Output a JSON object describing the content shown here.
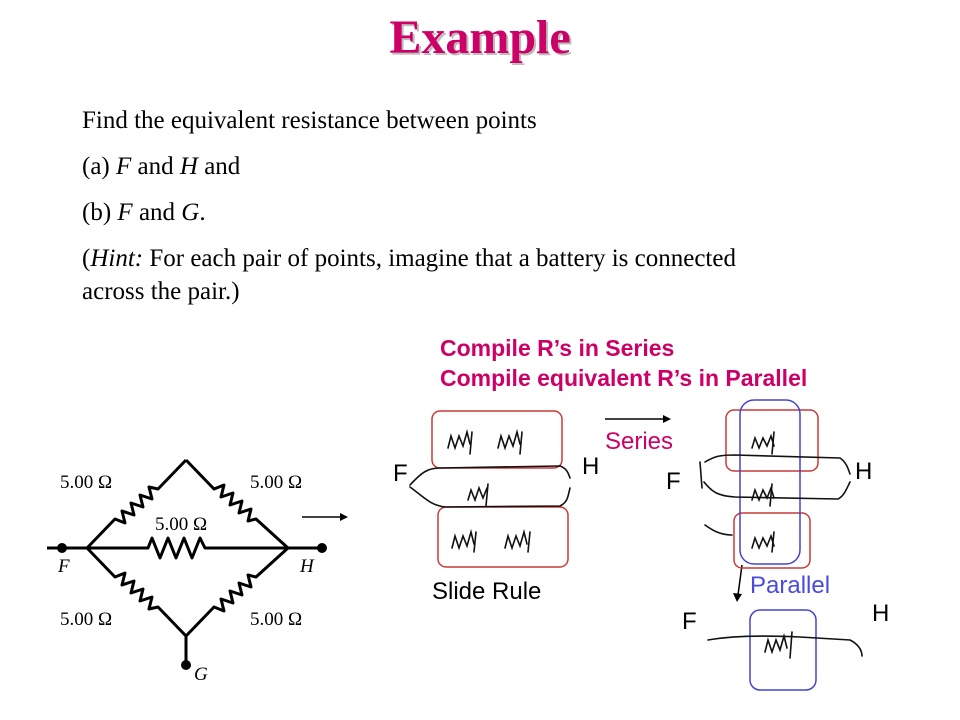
{
  "slide": {
    "title": "Example",
    "problem": {
      "intro": "Find the equivalent resistance between points",
      "part_a_prefix": "(a) ",
      "part_a_p1": "F",
      "part_a_and": " and ",
      "part_a_p2": "H",
      "part_a_suffix": " and",
      "part_b_prefix": "(b) ",
      "part_b_p1": "F",
      "part_b_and": " and ",
      "part_b_p2": "G",
      "part_b_suffix": ".",
      "hint_open": "(",
      "hint_label": "Hint:",
      "hint_text": " For each pair of points, imagine that a battery is connected across the pair.)"
    },
    "compile_line1": "Compile R’s in Series",
    "compile_line2": "Compile equivalent R’s in Parallel"
  },
  "circuit": {
    "r_top_left": "5.00 Ω",
    "r_top_right": "5.00 Ω",
    "r_middle": "5.00 Ω",
    "r_bottom_left": "5.00 Ω",
    "r_bottom_right": "5.00 Ω",
    "point_f": "F",
    "point_h": "H",
    "point_g": "G"
  },
  "sketch": {
    "slide_rule_label": "Slide Rule",
    "f1": "F",
    "h1": "H",
    "series_label": "Series",
    "f2": "F",
    "h2": "H",
    "parallel_label": "Parallel",
    "f3": "F",
    "h3": "H"
  },
  "colors": {
    "title": "#cc0066",
    "compile_text": "#cc0066",
    "series_text": "#cc0066",
    "parallel_text": "#4a4ae0",
    "red_box": "#c83a3a",
    "blue_box": "#4444cc"
  }
}
